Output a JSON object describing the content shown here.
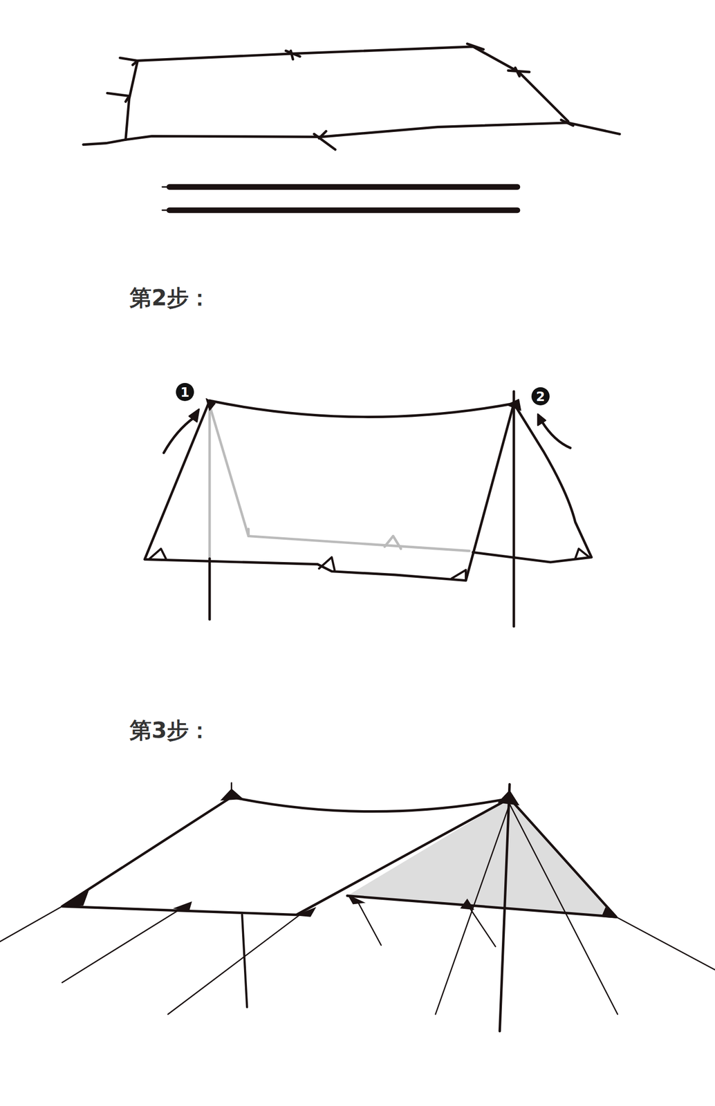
{
  "diagram": {
    "labels": [
      "第2步：",
      "1",
      "2",
      "第3步："
    ]
  }
}
